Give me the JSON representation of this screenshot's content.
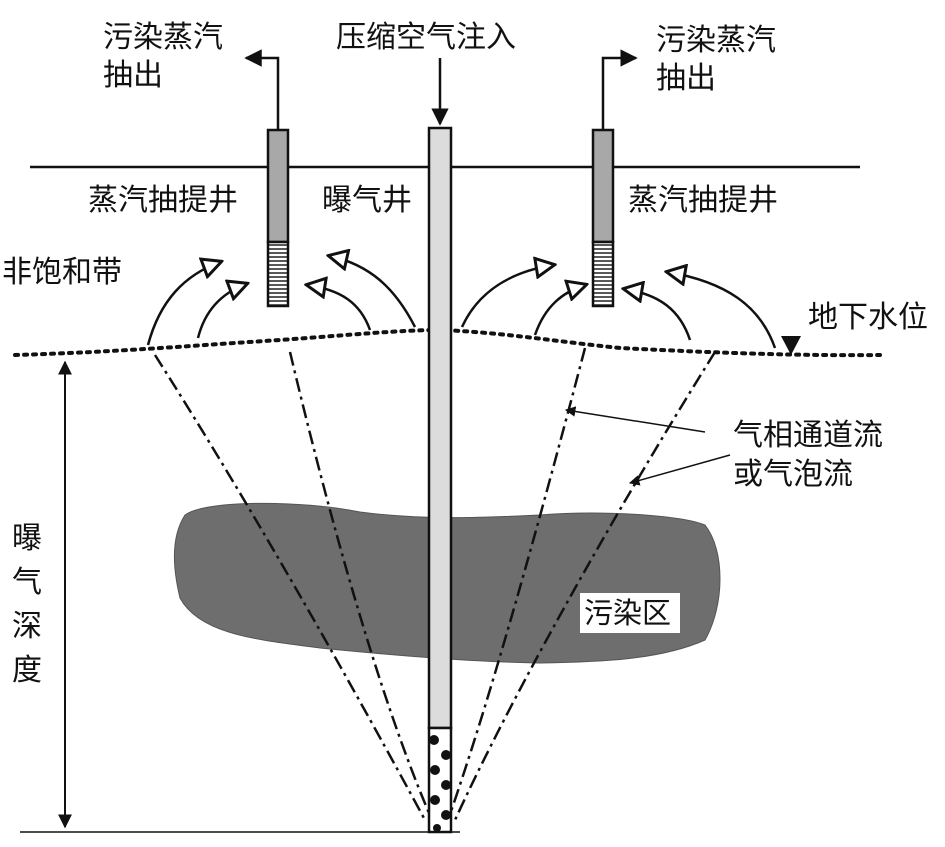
{
  "labels": {
    "extract_left_line1": "污染蒸汽",
    "extract_left_line2": "抽出",
    "air_injection": "压缩空气注入",
    "extract_right_line1": "污染蒸汽",
    "extract_right_line2": "抽出",
    "vapor_well_left": "蒸汽抽提井",
    "sparge_well": "曝气井",
    "vapor_well_right": "蒸汽抽提井",
    "vadose_zone": "非饱和带",
    "water_table": "地下水位",
    "air_channel_line1": "气相通道流",
    "air_channel_line2": "或气泡流",
    "depth_chars": [
      "曝",
      "气",
      "深",
      "度"
    ],
    "contaminated_zone": "污染区"
  },
  "colors": {
    "line": "#111111",
    "plume": "#6e6e6e",
    "well_screen_fill": "#a8a8a8",
    "sparge_pipe_fill": "#dcdcdc",
    "background": "#ffffff"
  }
}
